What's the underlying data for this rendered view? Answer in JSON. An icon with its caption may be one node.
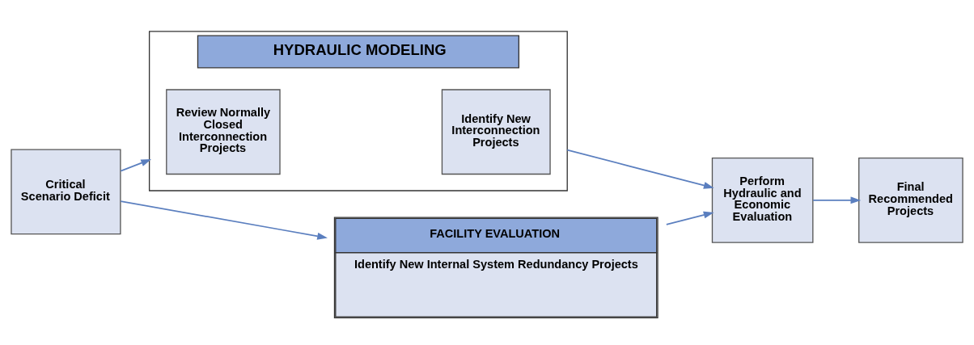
{
  "diagram": {
    "nodes": [
      {
        "text": [
          "Critical Scenario Deficit"
        ]
      },
      {
        "text": [
          "HYDRAULIC MODELING"
        ]
      },
      {
        "text": [
          "Review Normally Closed Interconnection Projects"
        ],
        "in": 1
      },
      {
        "text": [
          "Identify New Interconnection Projects"
        ],
        "in": 1
      },
      {
        "text": [
          "FACILITY EVALUATION",
          "Identify New Internal System Redundancy Projects"
        ]
      },
      {
        "text": [
          "Perform Hydraulic and Economic Evaluation"
        ]
      },
      {
        "text": [
          "Final Recommended Projects"
        ]
      }
    ],
    "edges": [
      {
        "from": 0,
        "to": 1,
        "arrow": "to"
      },
      {
        "from": 0,
        "to": 4,
        "arrow": "to"
      },
      {
        "from": 1,
        "to": 5,
        "arrow": "to"
      },
      {
        "from": 4,
        "to": 5,
        "arrow": "to"
      },
      {
        "from": 5,
        "to": 6,
        "arrow": "to"
      }
    ]
  }
}
